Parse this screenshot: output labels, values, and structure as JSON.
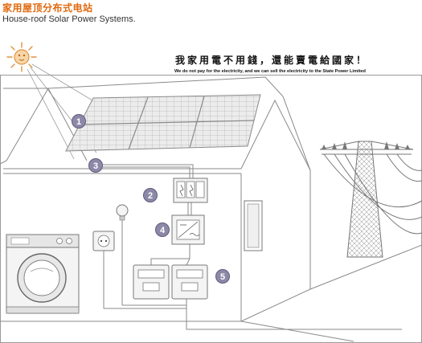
{
  "header": {
    "title_cn": "家用屋顶分布式电站",
    "title_en": "House-roof Solar Power Systems."
  },
  "slogan": {
    "cn": "我家用電不用錢，還能賣電給國家！",
    "en": "We do not pay for the electricity, and we can sell the electricity to the State Power Limited"
  },
  "markers": [
    "1",
    "2",
    "3",
    "4",
    "5"
  ],
  "colors": {
    "title_accent": "#e06a10",
    "line": "#8a8a8a",
    "panel_fill": "#e9e9e9",
    "badge_fill": "#8c88a8",
    "badge_stroke": "#5f5b7a"
  }
}
